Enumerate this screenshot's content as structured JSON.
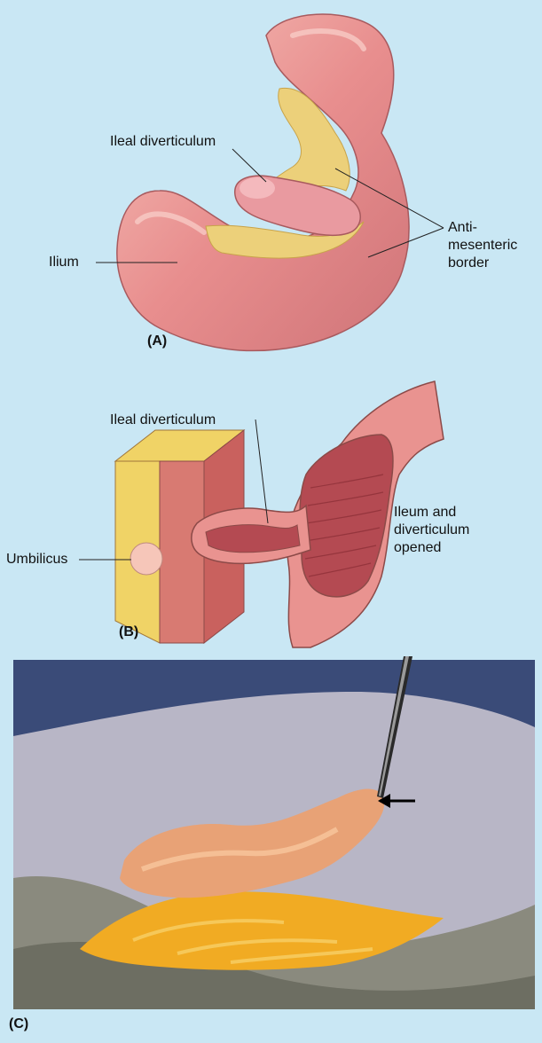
{
  "panel_a": {
    "letter": "(A)",
    "label_diverticulum": "Ileal diverticulum",
    "label_ilium": "Ilium",
    "label_antimesenteric": "Anti-\nmesenteric\nborder"
  },
  "panel_b": {
    "letter": "(B)",
    "label_diverticulum": "Ileal diverticulum",
    "label_umbilicus": "Umbilicus",
    "label_opened": "Ileum and\ndiverticulum\nopened"
  },
  "panel_c": {
    "letter": "(C)"
  },
  "colors": {
    "background": "#c9e7f4",
    "bowel": "#e88e8e",
    "bowel_light": "#f3b3ab",
    "bowel_dark": "#c96b6e",
    "mesentery": "#ecd07a",
    "fat": "#f0d366"
  }
}
